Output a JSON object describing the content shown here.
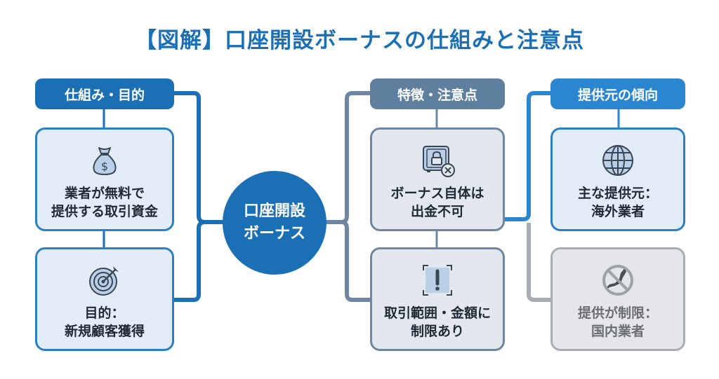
{
  "title": "【図解】口座開設ボーナスの仕組みと注意点",
  "center": {
    "line1": "口座開設",
    "line2": "ボーナス"
  },
  "columns": [
    {
      "header": "仕組み・目的",
      "cards": [
        {
          "icon": "money-bag-icon",
          "line1": "業者が無料で",
          "line2": "提供する取引資金"
        },
        {
          "icon": "target-icon",
          "line1": "目的：",
          "line2": "新規顧客獲得"
        }
      ]
    },
    {
      "header": "特徴・注意点",
      "cards": [
        {
          "icon": "locked-safe-icon",
          "line1": "ボーナス自体は",
          "line2": "出金不可"
        },
        {
          "icon": "warning-icon",
          "line1": "取引範囲・金額に",
          "line2": "制限あり"
        }
      ]
    },
    {
      "header": "提供元の傾向",
      "cards": [
        {
          "icon": "globe-icon",
          "line1": "主な提供元：",
          "line2": "海外業者"
        },
        {
          "icon": "prohibited-japan-icon",
          "line1": "提供が制限：",
          "line2": "国内業者"
        }
      ]
    }
  ],
  "colors": {
    "primary": "#1b6fb4",
    "slate": "#5f7f9f",
    "light_blue": "#2b86d0",
    "disabled": "#a8adb3"
  }
}
